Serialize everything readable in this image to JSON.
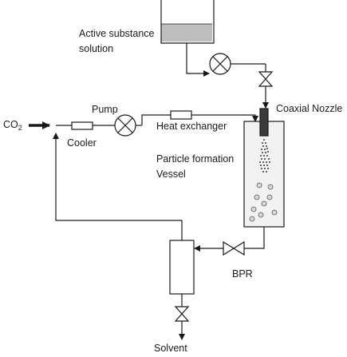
{
  "labels": {
    "active_substance_line1": "Active substance",
    "active_substance_line2": "solution",
    "pump": "Pump",
    "heat_exchanger": "Heat exchanger",
    "coaxial_nozzle": "Coaxial Nozzle",
    "co2_main": "CO",
    "co2_sub": "2",
    "cooler": "Cooler",
    "particle_vessel_line1": "Particle formation",
    "particle_vessel_line2": "Vessel",
    "bpr": "BPR",
    "solvent": "Solvent"
  },
  "colors": {
    "line": "#1a1a1a",
    "liquid": "#bdbdbd",
    "vessel_fill": "#f2f2f2",
    "nozzle": "#3a3a3a"
  }
}
